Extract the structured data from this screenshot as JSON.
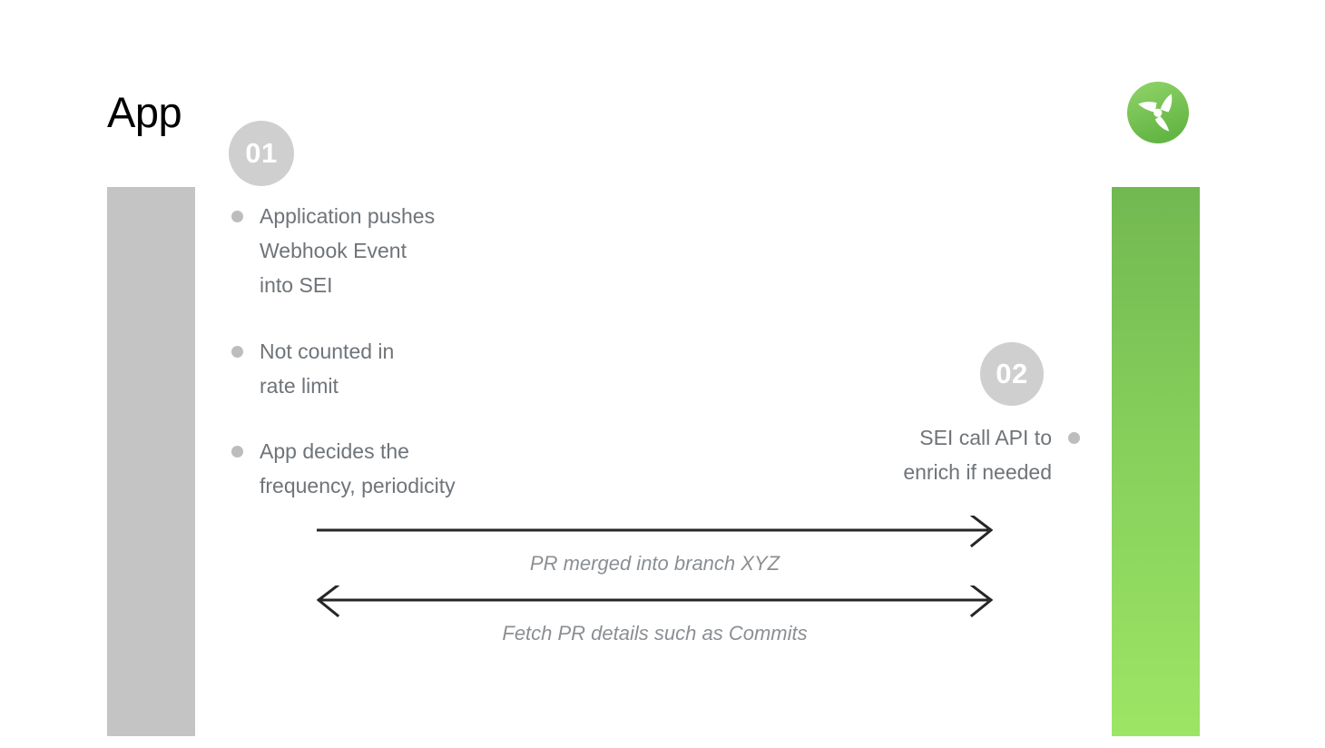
{
  "slide": {
    "title": "App",
    "background_color": "#ffffff"
  },
  "logo": {
    "name": "harness-propeller-logo",
    "circle_color_top": "#8ccc5e",
    "circle_color_bottom": "#69b94b",
    "blade_color": "#ffffff"
  },
  "lanes": [
    {
      "id": "app-lane",
      "label": "App",
      "color": "#c4c4c4",
      "side": "left"
    },
    {
      "id": "sei-lane",
      "label": "",
      "color_top": "#72b851",
      "color_bottom": "#9ce565",
      "side": "right"
    }
  ],
  "steps": [
    {
      "number": "01",
      "side": "left",
      "badge_color": "#cfcfcf",
      "badge_text_color": "#ffffff",
      "bullets": [
        "Application pushes\nWebhook Event\ninto SEI",
        "Not counted in\nrate limit",
        "App decides the\nfrequency, periodicity"
      ]
    },
    {
      "number": "02",
      "side": "right",
      "badge_color": "#cfcfcf",
      "badge_text_color": "#ffffff",
      "bullets": [
        "SEI call API to\nenrich if needed"
      ]
    }
  ],
  "flows": [
    {
      "label": "PR merged into branch XYZ",
      "direction": "right",
      "arrowheads": "end",
      "color": "#262626"
    },
    {
      "label": "Fetch PR details such as Commits",
      "direction": "both",
      "arrowheads": "both",
      "color": "#262626"
    }
  ],
  "colors": {
    "body_text": "#6f7479",
    "label_text": "#8b8f93",
    "bullet_dot": "#bdbdbd",
    "title_text": "#000000",
    "arrow": "#262626"
  }
}
